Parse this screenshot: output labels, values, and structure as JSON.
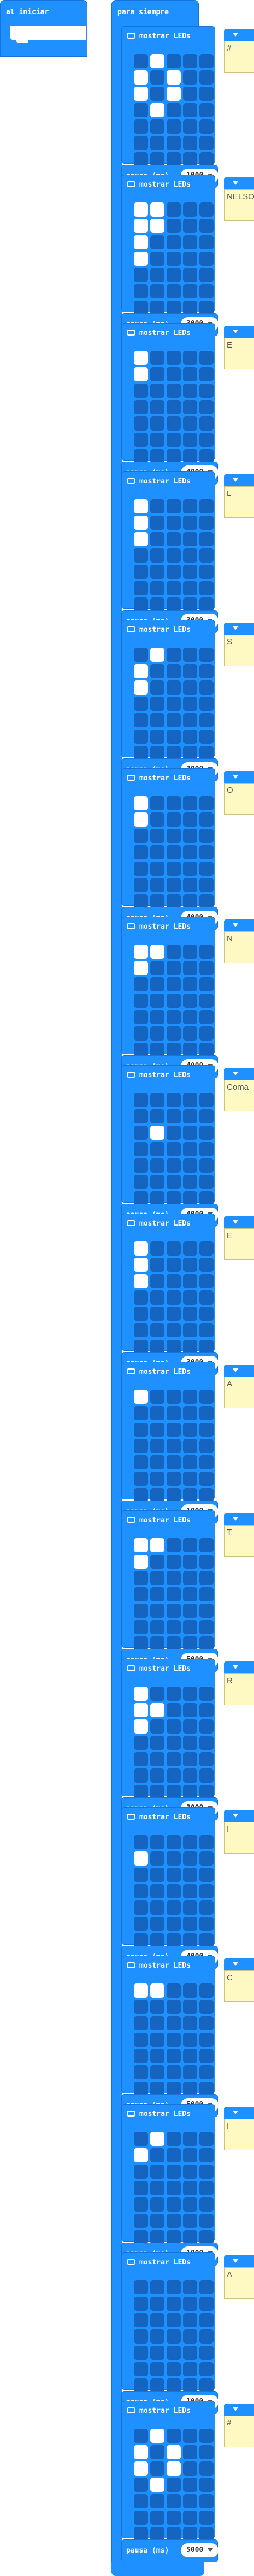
{
  "workspace": {
    "on_start": {
      "label": "al iniciar"
    },
    "forever": {
      "label": "para siempre"
    }
  },
  "show_leds_label": "mostrar LEDs",
  "pause_label": "pausa (ms)",
  "frames": [
    {
      "comment": "#",
      "leds": [
        "01000",
        "10100",
        "10100",
        "01000",
        "00000",
        "00000",
        "00000"
      ],
      "pause": "1000"
    },
    {
      "comment": "NELSON",
      "leds": [
        "11000",
        "11000",
        "10000",
        "10000",
        "00000",
        "00000",
        "00000"
      ],
      "pause": "3000"
    },
    {
      "comment": "E",
      "leds": [
        "10000",
        "10000",
        "00000",
        "00000",
        "00000",
        "00000",
        "00000"
      ],
      "pause": "4000"
    },
    {
      "comment": "L",
      "leds": [
        "10000",
        "10000",
        "10000",
        "00000",
        "00000",
        "00000",
        "00000"
      ],
      "pause": "3000"
    },
    {
      "comment": "S",
      "leds": [
        "01000",
        "10000",
        "10000",
        "00000",
        "00000",
        "00000",
        "00000"
      ],
      "pause": "3000"
    },
    {
      "comment": "O",
      "leds": [
        "10000",
        "10000",
        "00000",
        "00000",
        "00000",
        "00000",
        "00000"
      ],
      "pause": "4000"
    },
    {
      "comment": "N",
      "leds": [
        "11000",
        "10000",
        "00000",
        "00000",
        "00000",
        "00000",
        "00000"
      ],
      "pause": "4000"
    },
    {
      "comment": "Coma",
      "leds": [
        "00000",
        "00000",
        "01000",
        "00000",
        "00000",
        "00000",
        "00000"
      ],
      "pause": "4000"
    },
    {
      "comment": "E",
      "leds": [
        "10000",
        "10000",
        "10000",
        "00000",
        "00000",
        "00000",
        "00000"
      ],
      "pause": "3000"
    },
    {
      "comment": "A",
      "leds": [
        "10000",
        "00000",
        "00000",
        "00000",
        "00000",
        "00000",
        "00000"
      ],
      "pause": "1000"
    },
    {
      "comment": "T",
      "leds": [
        "11000",
        "10000",
        "00000",
        "00000",
        "00000",
        "00000",
        "00000"
      ],
      "pause": "5000"
    },
    {
      "comment": "R",
      "leds": [
        "10000",
        "11000",
        "10000",
        "00000",
        "00000",
        "00000",
        "00000"
      ],
      "pause": "3000"
    },
    {
      "comment": "I",
      "leds": [
        "00000",
        "10000",
        "00000",
        "00000",
        "00000",
        "00000",
        "00000"
      ],
      "pause": "4000"
    },
    {
      "comment": "C",
      "leds": [
        "11000",
        "00000",
        "00000",
        "00000",
        "00000",
        "00000",
        "00000"
      ],
      "pause": "5000"
    },
    {
      "comment": "I",
      "leds": [
        "01000",
        "10000",
        "00000",
        "00000",
        "00000",
        "00000",
        "00000"
      ],
      "pause": "1000"
    },
    {
      "comment": "A",
      "leds": [
        "00000",
        "00000",
        "00000",
        "00000",
        "00000",
        "00000",
        "00000"
      ],
      "pause": "1000"
    },
    {
      "comment": "#",
      "leds": [
        "01000",
        "10100",
        "10100",
        "01000",
        "00000",
        "00000",
        "00000"
      ],
      "pause": "5000"
    }
  ]
}
